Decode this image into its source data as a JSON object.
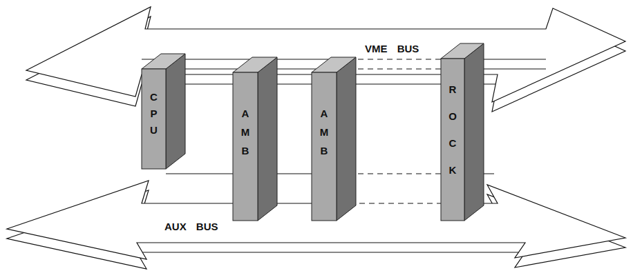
{
  "diagram": {
    "nodes": [
      {
        "text": [
          "VME BUS"
        ]
      },
      {
        "text": [
          "CPU"
        ]
      },
      {
        "text": [
          "AMB"
        ]
      },
      {
        "text": [
          "AMB"
        ]
      },
      {
        "text": [
          "ROCK"
        ]
      },
      {
        "text": [
          "AUX BUS"
        ]
      }
    ]
  }
}
